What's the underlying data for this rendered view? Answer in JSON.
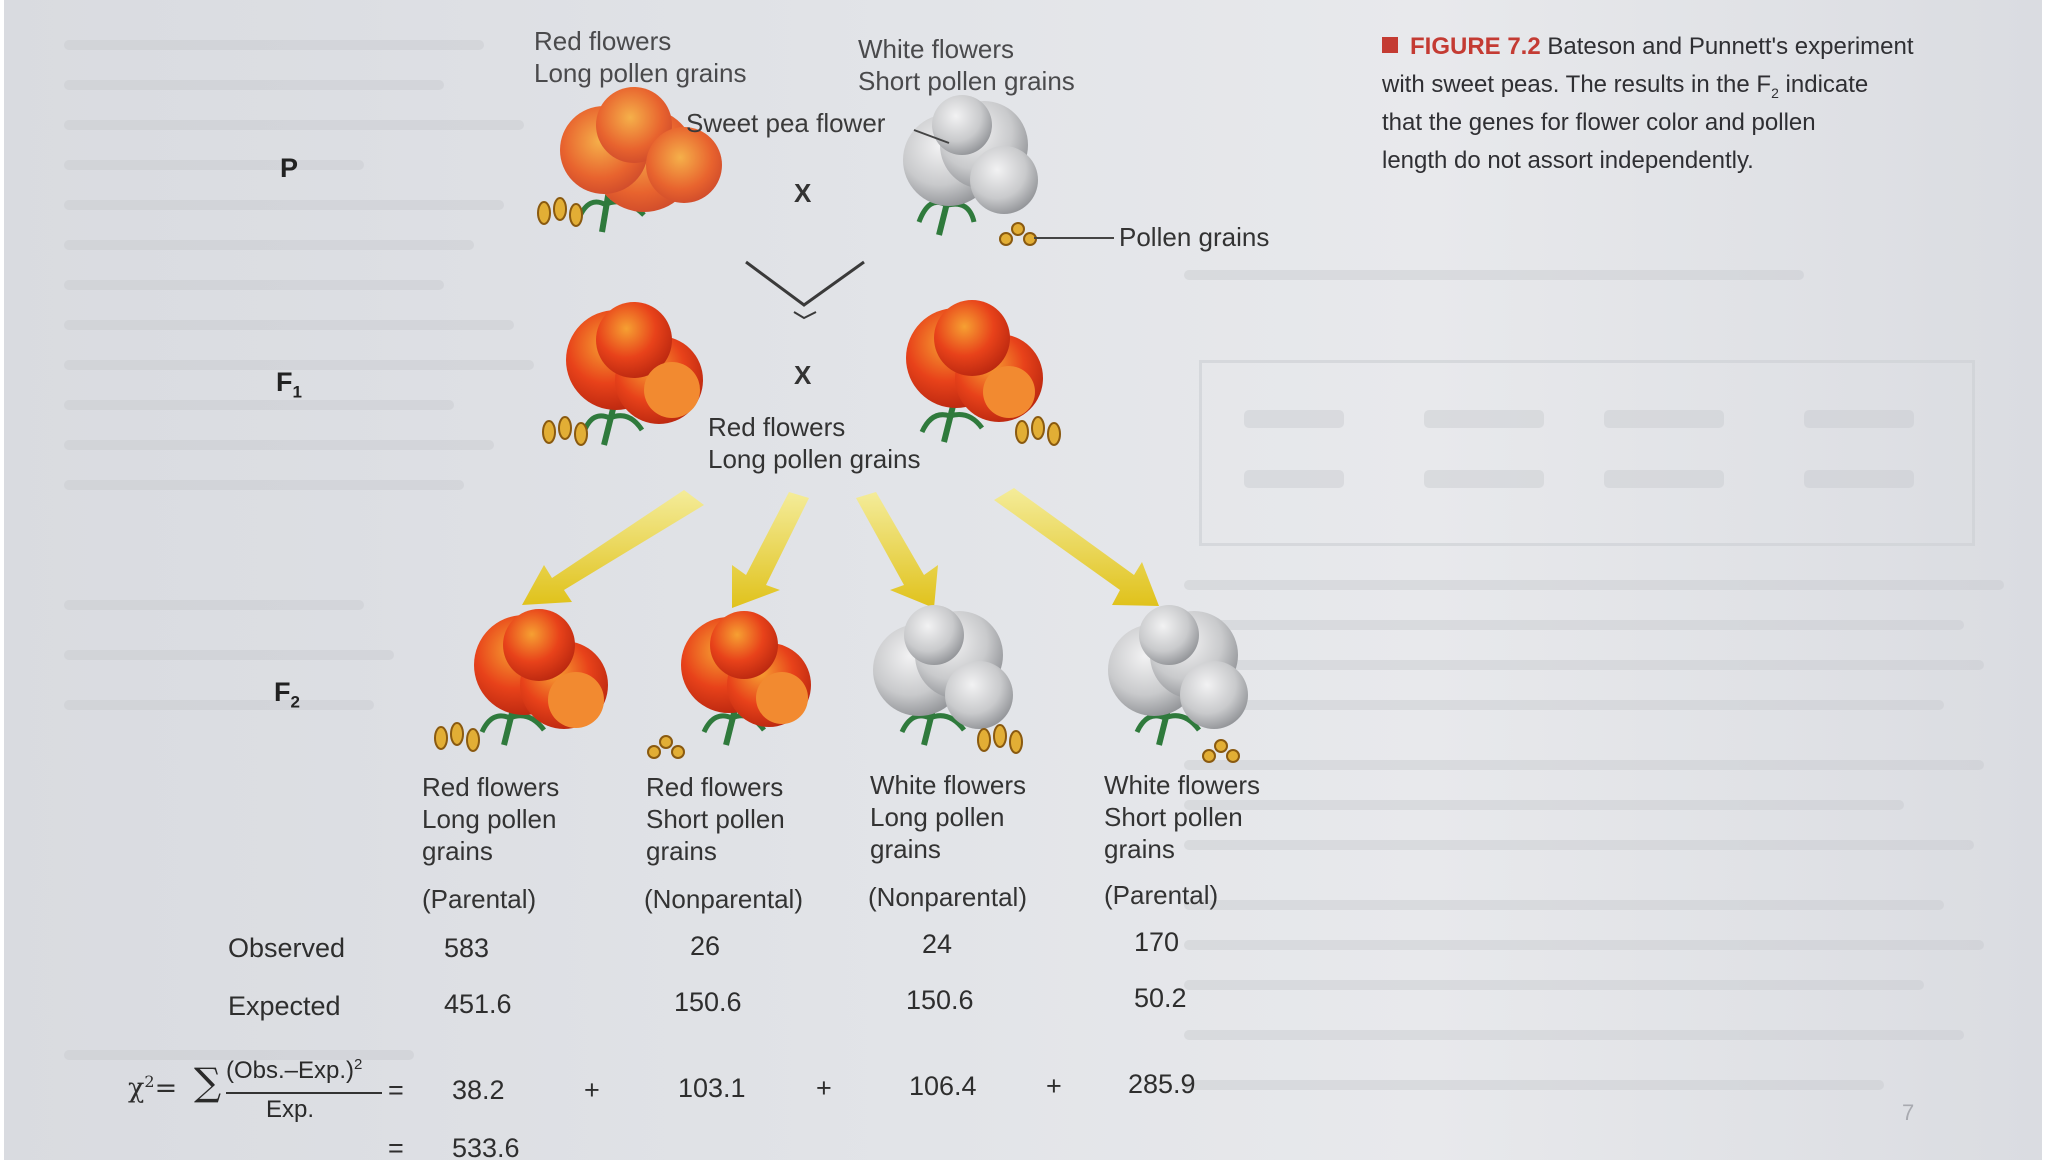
{
  "parents": {
    "red": {
      "line1": "Red flowers",
      "line2": "Long pollen grains"
    },
    "white": {
      "line1": "White flowers",
      "line2": "Short pollen grains"
    },
    "sweet_pea_label": "Sweet pea flower",
    "pollen_label": "Pollen grains",
    "cross_symbol": "X"
  },
  "generations": {
    "p": "P",
    "f1": "F",
    "f1_sub": "1",
    "f2": "F",
    "f2_sub": "2"
  },
  "f1": {
    "line1": "Red flowers",
    "line2": "Long pollen grains",
    "cross_symbol": "X"
  },
  "f2_classes": [
    {
      "line1": "Red flowers",
      "line2": "Long pollen",
      "line3": "grains",
      "type": "(Parental)",
      "observed": "583",
      "expected": "451.6",
      "chi": "38.2"
    },
    {
      "line1": "Red flowers",
      "line2": "Short pollen",
      "line3": "grains",
      "type": "(Nonparental)",
      "observed": "26",
      "expected": "150.6",
      "chi": "103.1"
    },
    {
      "line1": "White flowers",
      "line2": "Long pollen",
      "line3": "grains",
      "type": "(Nonparental)",
      "observed": "24",
      "expected": "150.6",
      "chi": "106.4"
    },
    {
      "line1": "White flowers",
      "line2": "Short pollen",
      "line3": "grains",
      "type": "(Parental)",
      "observed": "170",
      "expected": "50.2",
      "chi": "285.9"
    }
  ],
  "rows": {
    "observed": "Observed",
    "expected": "Expected"
  },
  "chi_square": {
    "chi": "χ",
    "sup": "2",
    "eq": "=",
    "sigma": "∑",
    "numerator": "(Obs.–Exp.)",
    "numerator_sup": "2",
    "denominator": "Exp.",
    "plus": "+",
    "total_eq": "=",
    "total": "533.6"
  },
  "figure_caption": {
    "label": "FIGURE 7.2",
    "line1": "Bateson and Punnett's experiment",
    "line2a": "with sweet peas. The results in the F",
    "line2_sub": "2",
    "line2b": " indicate",
    "line3": "that the genes for flower color and pollen",
    "line4": "length do not assort independently."
  },
  "page_number": "7",
  "colors": {
    "red_flower": "#e8421a",
    "white_flower": "#c9cacc",
    "arrow": "#e6cf2a",
    "figure_label": "#c43b33",
    "stem": "#2f7a3c"
  }
}
